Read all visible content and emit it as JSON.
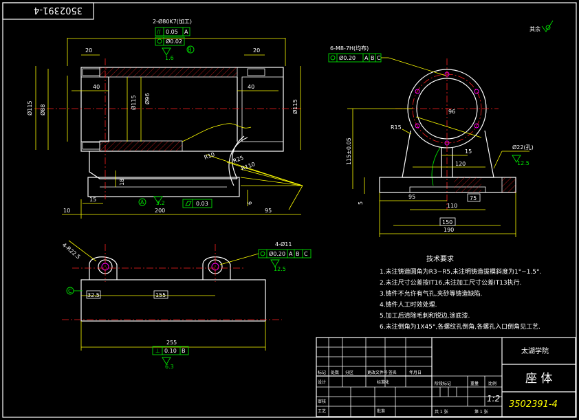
{
  "stamp_code": "3502391-4",
  "roughness_other": "其余",
  "front_view": {
    "hole_callout": "2-Ø80K7(加工)",
    "parallel_tol": "0.05",
    "datum_a": "A",
    "concentric_tol": "Ø0.02",
    "datum_b": "B",
    "ra_top": "1.6",
    "dim_20_left": "20",
    "dim_20_right": "20",
    "dim_40_left": "40",
    "dim_40_right": "40",
    "dim_phi115_left": "Ø115",
    "dim_phi88": "Ø88",
    "dim_phi115_mid": "Ø115",
    "dim_phi96": "Ø96",
    "dim_phi115_right": "Ø115",
    "dim_r10": "R10",
    "dim_r25": "R25",
    "dim_r110": "R110",
    "dim_18": "18",
    "dim_15": "15",
    "dim_10": "10",
    "dim_200": "200",
    "dim_6": "6",
    "dim_95": "95",
    "datum_a_label": "A",
    "ra_bottom": "3.2",
    "flatness_tol": "0.03"
  },
  "side_view": {
    "thread_callout": "6-M8-7H(均布)",
    "position_tol": "Ø0.20",
    "datum_a": "A",
    "datum_b": "B",
    "datum_c": "C",
    "dim_96": "96",
    "dim_r15": "R15",
    "dim_height": "115±0.05",
    "dim_15": "15",
    "dim_120": "120",
    "dim_phi22": "Ø22(孔)",
    "ra_side": "12.5",
    "dim_5": "5",
    "dim_95": "95",
    "dim_75": "75",
    "dim_110": "110",
    "dim_150": "150",
    "dim_190": "190"
  },
  "top_view": {
    "radius_callout": "4-R22.5",
    "holes_callout": "4-Ø11",
    "position_tol": "Ø0.20",
    "datum_a": "A",
    "datum_b": "B",
    "datum_c": "C",
    "ra_holes": "12.5",
    "datum_c_label": "C",
    "dim_32_5": "32.5",
    "dim_155": "155",
    "dim_255": "255",
    "perp_tol": "0.10",
    "perp_datum": "B",
    "ra_bottom": "6.3"
  },
  "notes": {
    "heading": "技术要求",
    "items": [
      "1.未注铸造圆角为R3~R5,未注明铸造拔模斜度为1°~1.5°.",
      "2.未注尺寸公差按IT16,未注加工尺寸公差IT13执行.",
      "3.铸件不允许有气孔,夹砂等铸造缺陷.",
      "4.铸件人工时效处理.",
      "5.加工后清除毛刺和锐边,涂底漆.",
      "6.未注倒角为1X45°,各螺纹孔倒角,各螺孔入口倒角见工艺."
    ]
  },
  "title_block": {
    "school": "太湖学院",
    "part_name": "座 体",
    "scale": "1:2",
    "drawing_no": "3502391-4",
    "row_labels": [
      "标记",
      "处数",
      "分区",
      "更改文件号",
      "签名",
      "年月日"
    ],
    "label_design": "设计",
    "label_standard": "标准化",
    "label_stage": "阶段标记",
    "label_weight": "重量",
    "label_scale": "比例",
    "label_review": "审核",
    "label_process": "工艺",
    "label_approve": "批准",
    "sheet_total": "共 1 张",
    "sheet_no": "第 1 张"
  }
}
